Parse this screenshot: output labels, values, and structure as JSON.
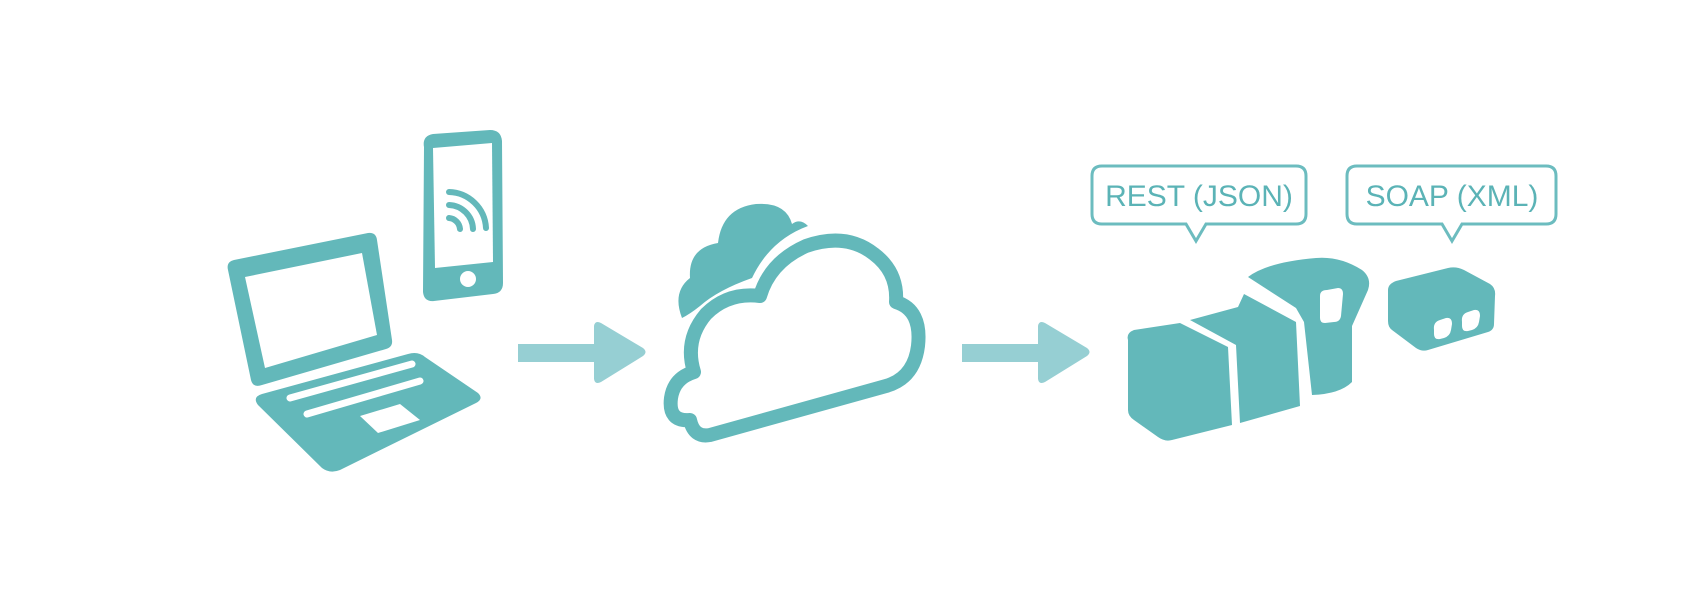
{
  "diagram": {
    "description": "Client devices connect through the cloud to backend services",
    "colors": {
      "primary": "#63b8ba",
      "arrow": "#96cfd3",
      "bubble_border": "#6cbcbf",
      "text": "#5bb3b6",
      "background": "#ffffff"
    },
    "nodes": [
      {
        "id": "clients",
        "items": [
          "laptop-icon",
          "smartphone-wifi-icon"
        ]
      },
      {
        "id": "cloud",
        "items": [
          "cloud-icon"
        ]
      },
      {
        "id": "services",
        "items": [
          "server-blocks-icon",
          "server-box-icon"
        ]
      }
    ],
    "edges": [
      {
        "from": "clients",
        "to": "cloud"
      },
      {
        "from": "cloud",
        "to": "services"
      }
    ],
    "labels": {
      "rest": "REST (JSON)",
      "soap": "SOAP (XML)"
    }
  }
}
